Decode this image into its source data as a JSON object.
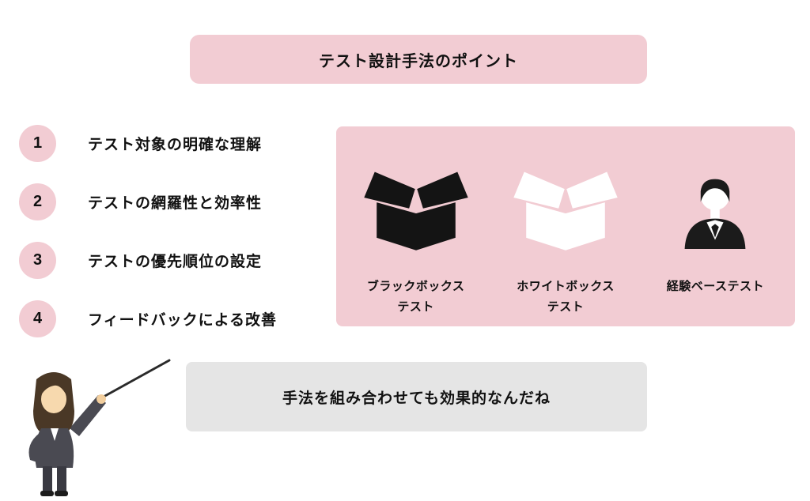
{
  "title": {
    "label": "テスト設計手法のポイント"
  },
  "points": [
    {
      "number": "1",
      "text": "テスト対象の明確な理解"
    },
    {
      "number": "2",
      "text": "テストの網羅性と効率性"
    },
    {
      "number": "3",
      "text": "テストの優先順位の設定"
    },
    {
      "number": "4",
      "text": "フィードバックによる改善"
    }
  ],
  "methods": {
    "items": [
      {
        "icon": "black-box-icon",
        "label": [
          "ブラックボックス",
          "テスト"
        ]
      },
      {
        "icon": "white-box-icon",
        "label": [
          "ホワイトボックス",
          "テスト"
        ]
      },
      {
        "icon": "business-person-icon",
        "label": [
          "経験ベーステスト",
          ""
        ]
      }
    ]
  },
  "speech": {
    "text": "手法を組み合わせても効果的なんだね"
  },
  "colors": {
    "pink": "#f2ccd3",
    "gray": "#e5e5e5",
    "icon_black": "#141414",
    "icon_white": "#ffffff",
    "text": "#111111"
  }
}
